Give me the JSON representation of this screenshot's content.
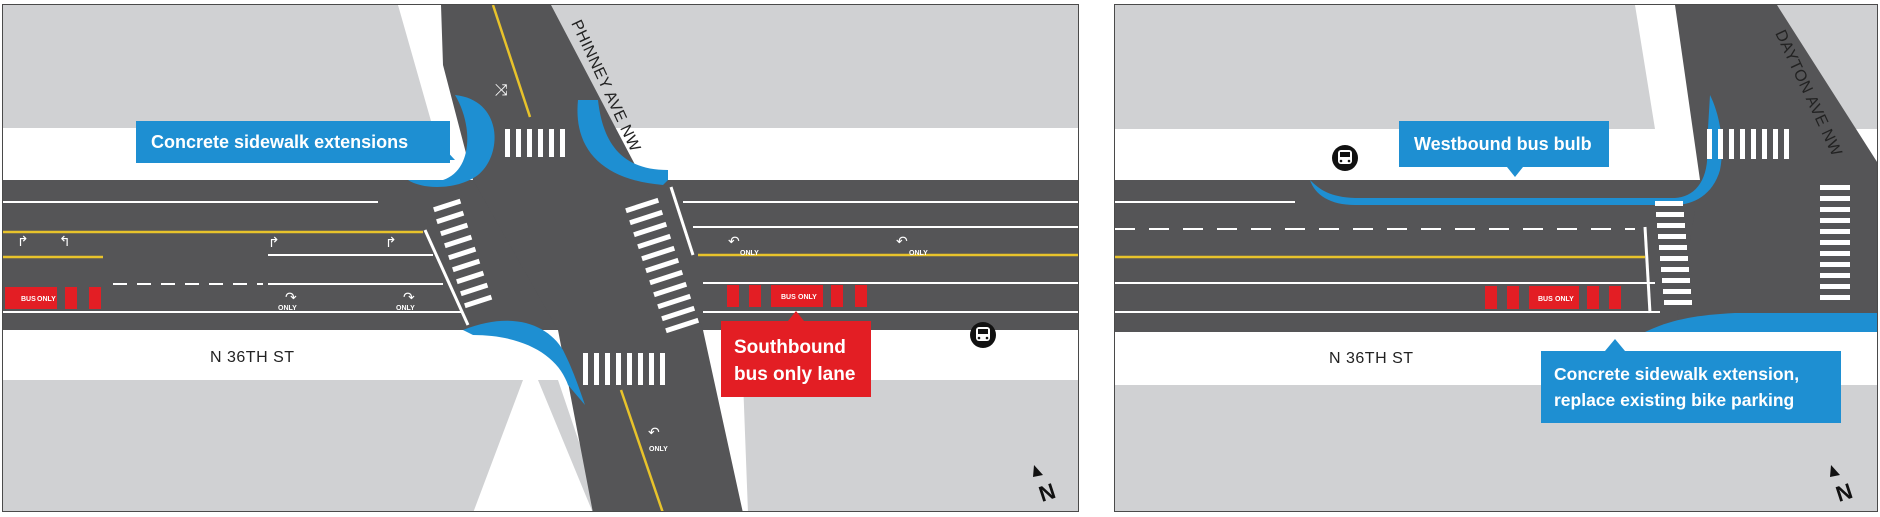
{
  "colors": {
    "block": "#d0d1d3",
    "sidewalk": "#ffffff",
    "road": "#555557",
    "lane_white": "#ffffff",
    "center_yellow": "#e8c32b",
    "blue_extension": "#1e8fd2",
    "bus_red": "#e31e24",
    "callout_blue": "#1e8fd2",
    "callout_red": "#e31e24"
  },
  "left_map": {
    "callouts": {
      "sidewalk_ext": "Concrete sidewalk extensions",
      "bus_lane_line1": "Southbound",
      "bus_lane_line2": "bus only lane"
    },
    "streets": {
      "cross": "PHINNEY AVE NW",
      "main": "N 36TH ST"
    },
    "lane_marking_text": {
      "only": "ONLY",
      "bus": "BUS"
    },
    "icons": [
      "bus-stop-icon",
      "north-arrow-icon",
      "turn-arrow-icon"
    ],
    "north": "N"
  },
  "right_map": {
    "callouts": {
      "bus_bulb": "Westbound bus bulb",
      "sidewalk_ext_line1": "Concrete sidewalk extension,",
      "sidewalk_ext_line2": "replace existing bike parking"
    },
    "streets": {
      "cross": "DAYTON AVE NW",
      "main": "N 36TH ST"
    },
    "lane_marking_text": {
      "only": "ONLY",
      "bus": "BUS"
    },
    "icons": [
      "bus-stop-icon",
      "north-arrow-icon"
    ],
    "north": "N"
  }
}
